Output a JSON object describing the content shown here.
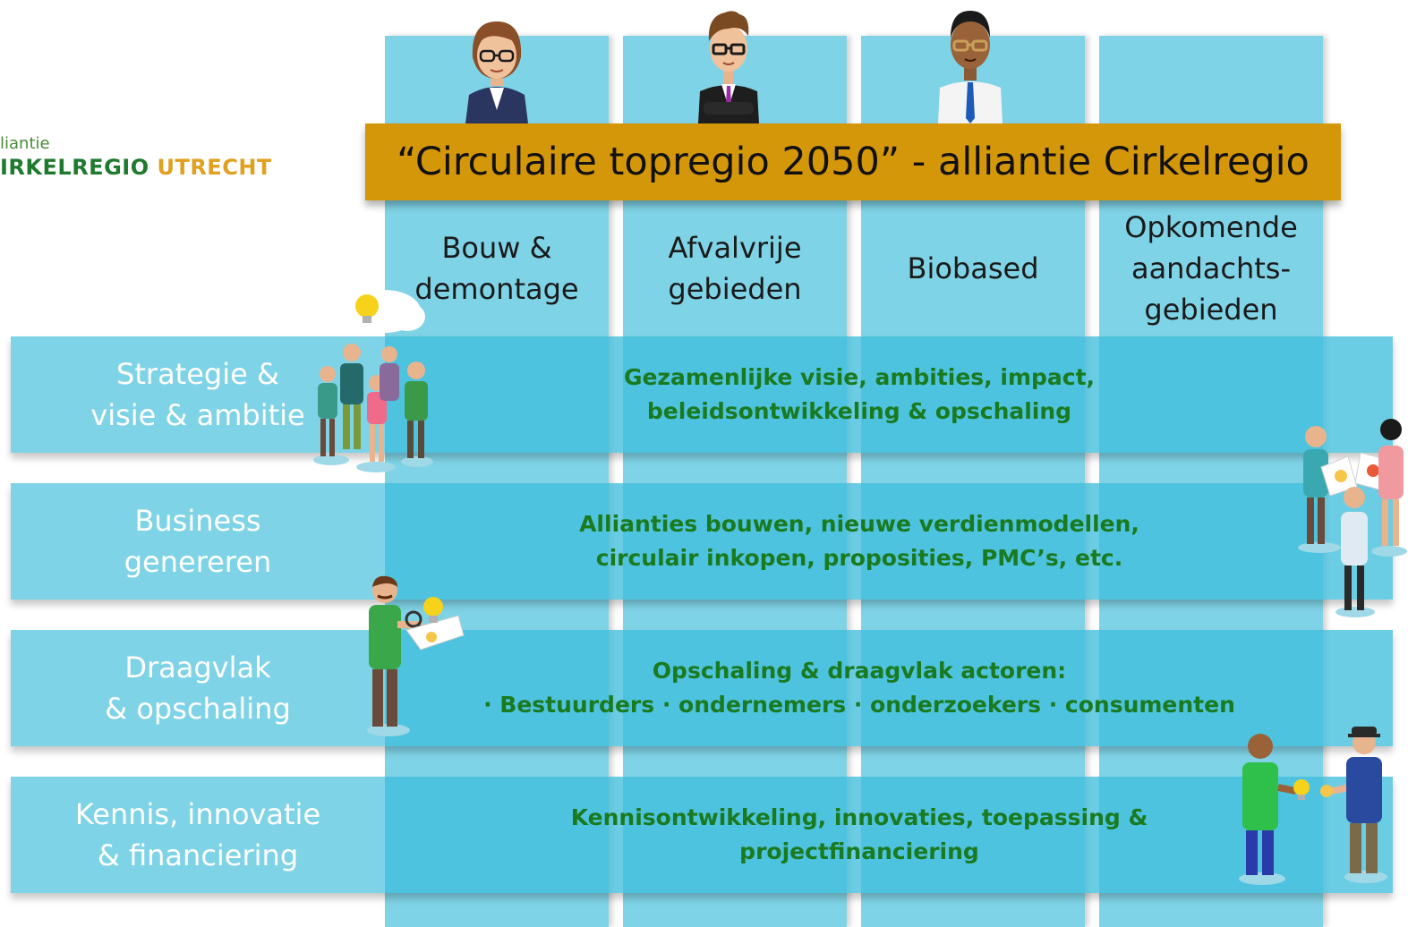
{
  "logo": {
    "line1": "liantie",
    "line2_green": "IRKELREGIO",
    "line2_orange": "UTRECHT",
    "green": "#1f7a2e",
    "orange": "#e0a020"
  },
  "banner": {
    "title": "“Circulaire topregio 2050” - alliantie Cirkelregio",
    "color": "#d4970a"
  },
  "columns": [
    {
      "label": "Bouw &\ndemontage"
    },
    {
      "label": "Afvalvrije\ngebieden"
    },
    {
      "label": "Biobased"
    },
    {
      "label": "Opkomende\naandachts-\ngebieden"
    }
  ],
  "rows": [
    {
      "label": "Strategie &\nvisie & ambitie",
      "text": "Gezamenlijke visie, ambities, impact,\nbeleidsontwikkeling &  opschaling"
    },
    {
      "label": "Business\ngenereren",
      "text": "Allianties bouwen, nieuwe verdienmodellen,\ncirculair inkopen, proposities, PMC’s, etc."
    },
    {
      "label": "Draagvlak\n& opschaling",
      "text": "Opschaling & draagvlak actoren:\n· Bestuurders · ondernemers ·  onderzoekers ·  consumenten"
    },
    {
      "label": "Kennis, innovatie\n& financiering",
      "text": "Kennisontwikkeling, innovaties, toepassing &\nprojectfinanciering"
    }
  ],
  "colors": {
    "column": "#7fd3e6",
    "row": "#40bfdd",
    "row_text": "#1a7a1f"
  },
  "icons": [
    "woman-avatar-icon",
    "businessman-avatar-icon",
    "man-avatar-icon",
    "people-group-lightbulb-icon",
    "people-exchange-icon",
    "man-magnifier-icon",
    "people-handshake-icon"
  ]
}
